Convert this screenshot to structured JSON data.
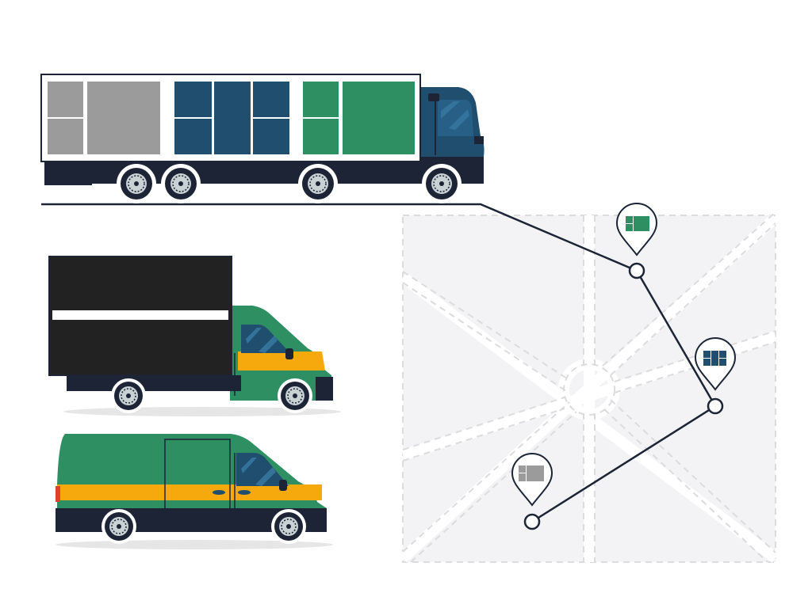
{
  "colors": {
    "background": "#ffffff",
    "navy": "#1f4e6e",
    "dark_navy": "#1c2436",
    "green": "#2e8f63",
    "gray_box": "#9b9b9b",
    "orange": "#f5a90c",
    "black_box": "#222222",
    "map_bg": "#f3f3f5",
    "map_road": "#dcdcdf",
    "route_line": "#1c2436"
  },
  "scene": {
    "vehicles": [
      {
        "name": "box-truck",
        "cargo_colors": [
          "gray",
          "navy",
          "green"
        ]
      },
      {
        "name": "small-truck",
        "cargo": "black-box"
      },
      {
        "name": "delivery-van"
      }
    ],
    "map": {
      "route_stops": [
        {
          "name": "stop-1",
          "pin_cargo": "green"
        },
        {
          "name": "stop-2",
          "pin_cargo": "navy"
        },
        {
          "name": "stop-3",
          "pin_cargo": "gray"
        }
      ]
    }
  }
}
